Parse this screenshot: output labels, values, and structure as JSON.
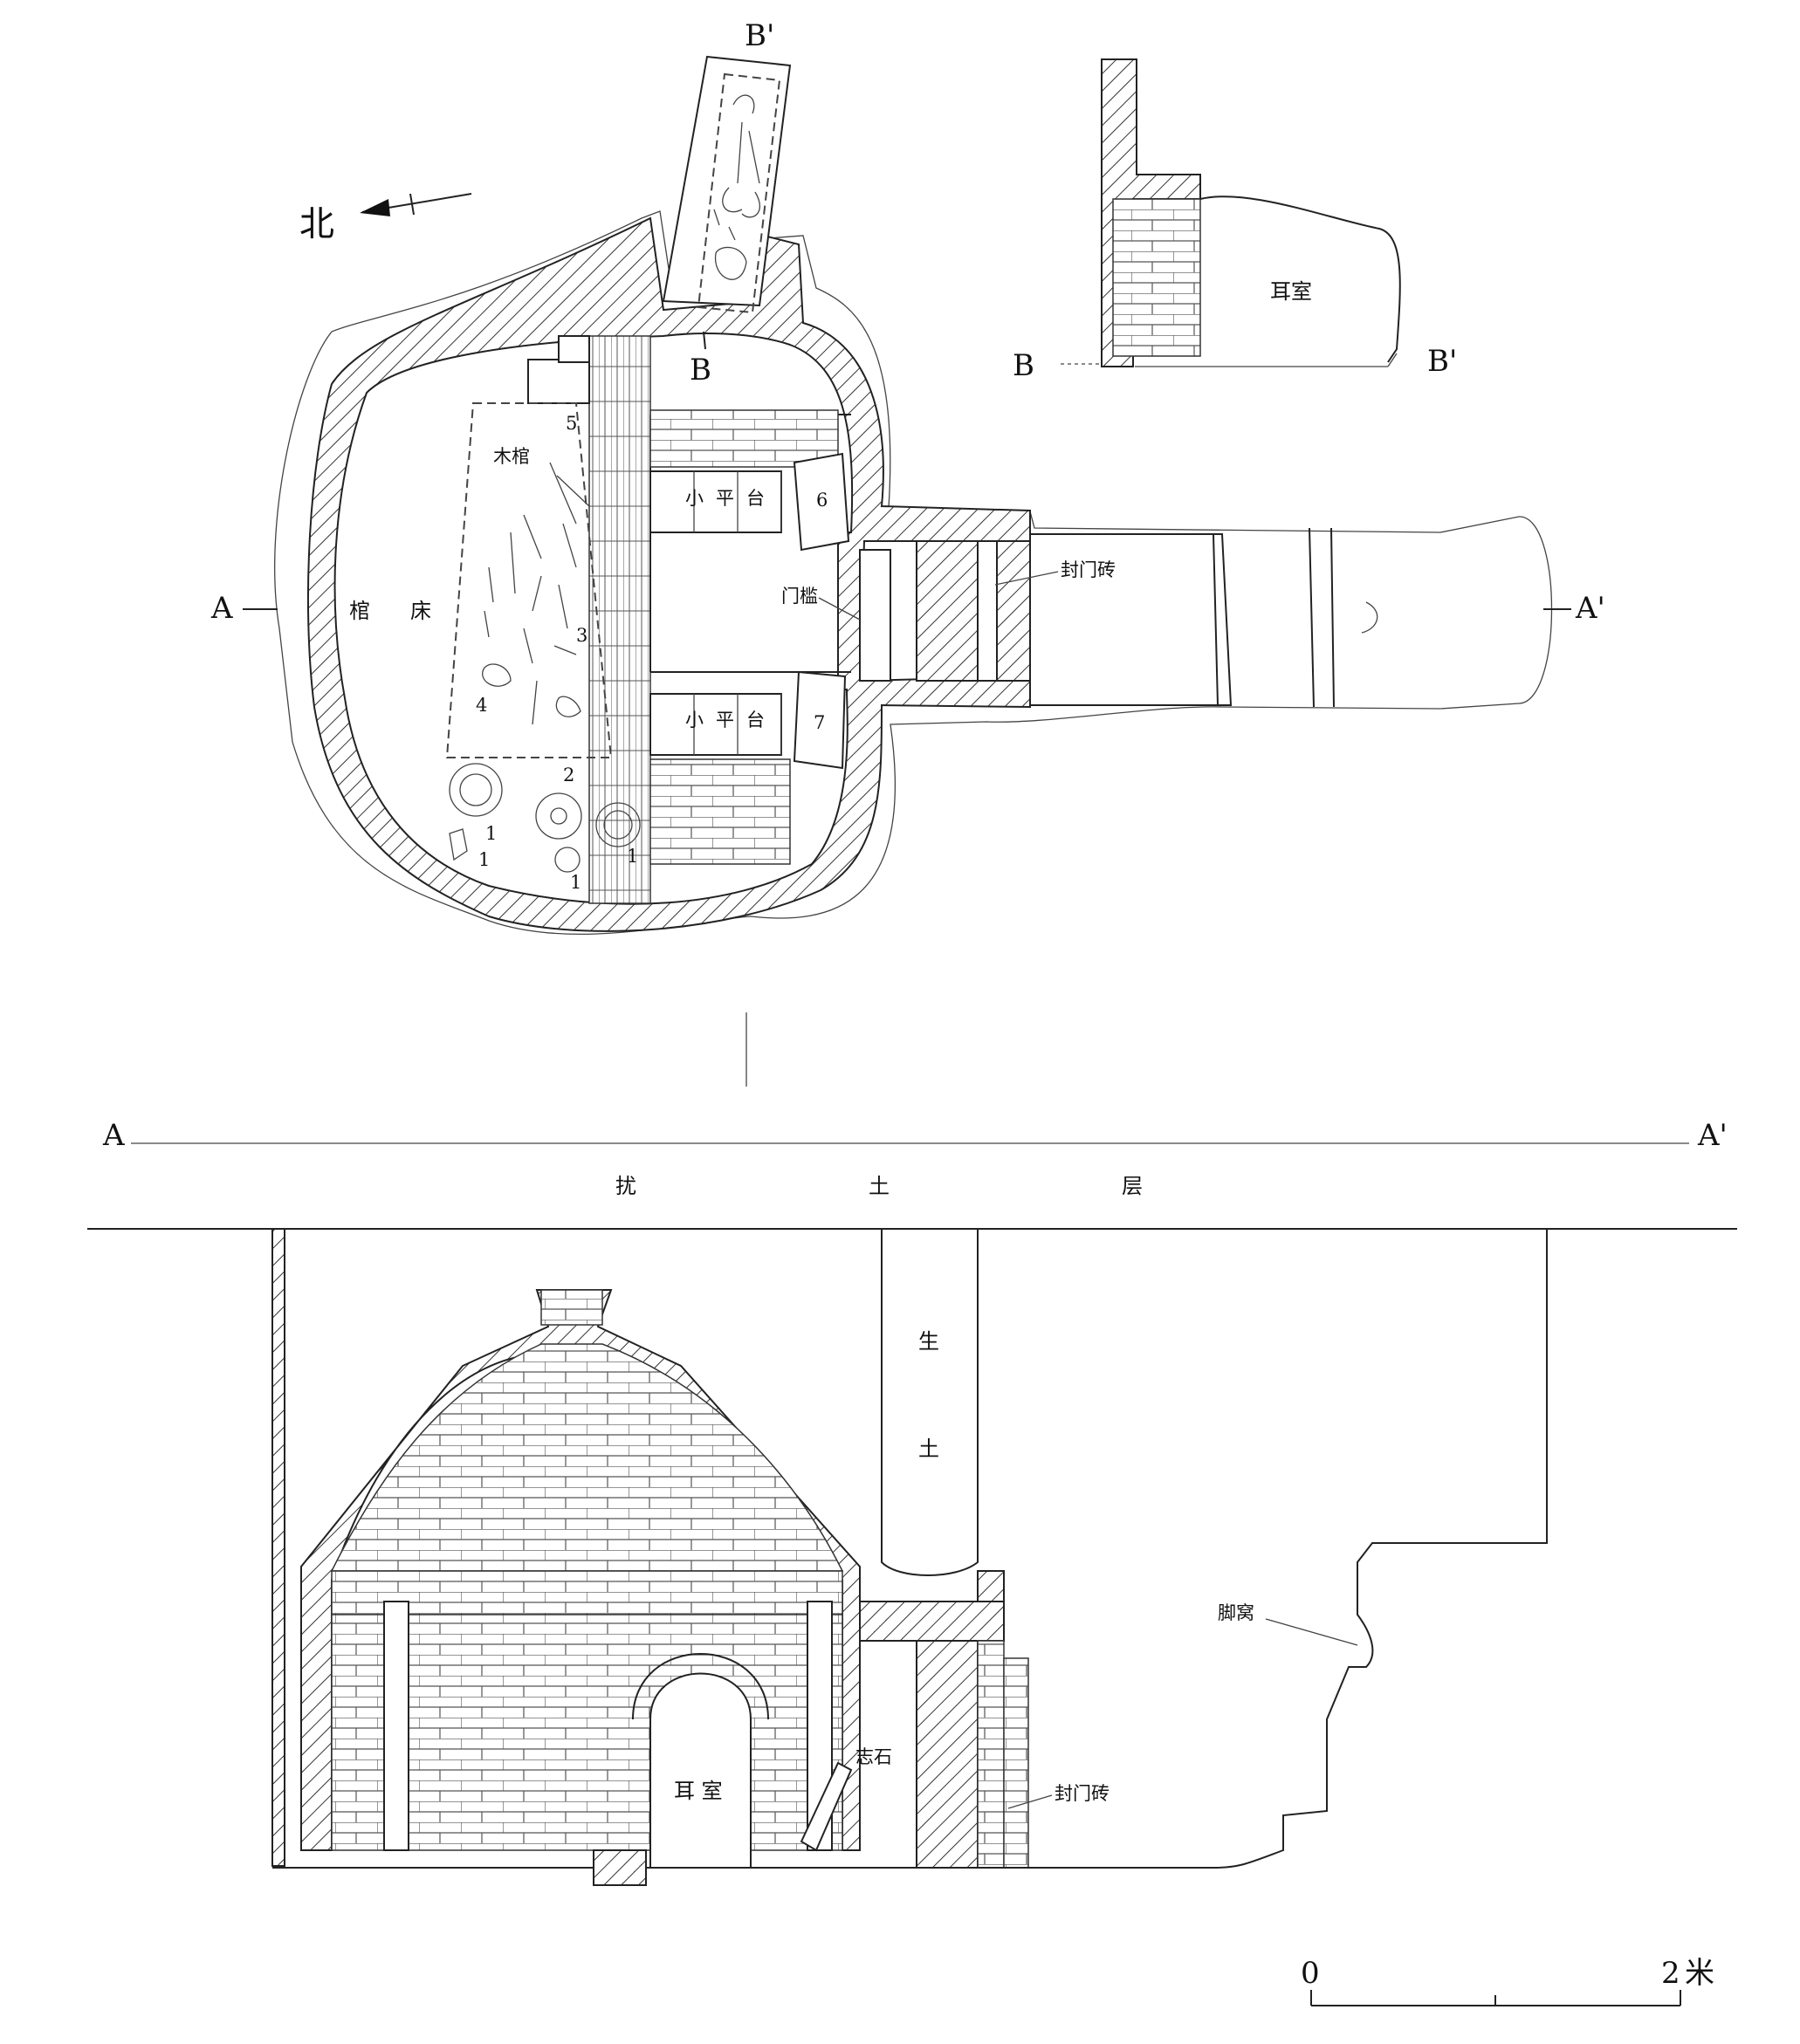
{
  "plan": {
    "north_label": "北",
    "section_a": "A",
    "section_a_prime": "A'",
    "section_b": "B",
    "section_b_prime": "B'",
    "coffin_bed": [
      "棺",
      "床"
    ],
    "wooden_coffin": "木棺",
    "small_platform_top": "小平台",
    "small_platform_bottom": "小平台",
    "threshold": "门槛",
    "sealing_bricks": "封门砖",
    "find_numbers": [
      "1",
      "1",
      "1",
      "1",
      "2",
      "3",
      "4",
      "5",
      "6",
      "7"
    ]
  },
  "section_b_view": {
    "label_b": "B",
    "label_b_prime": "B'",
    "ear_chamber": "耳室"
  },
  "section_a_view": {
    "label_a": "A",
    "label_a_prime": "A'",
    "disturbed_layer": [
      "扰",
      "土",
      "层"
    ],
    "virgin_soil": [
      "生",
      "土"
    ],
    "footholds": "脚窝",
    "epitaph_stone": "志石",
    "ear_chamber": "耳 室",
    "sealing_bricks": "封门砖"
  },
  "scale_bar": {
    "start": "0",
    "end": "2",
    "unit": "米"
  }
}
